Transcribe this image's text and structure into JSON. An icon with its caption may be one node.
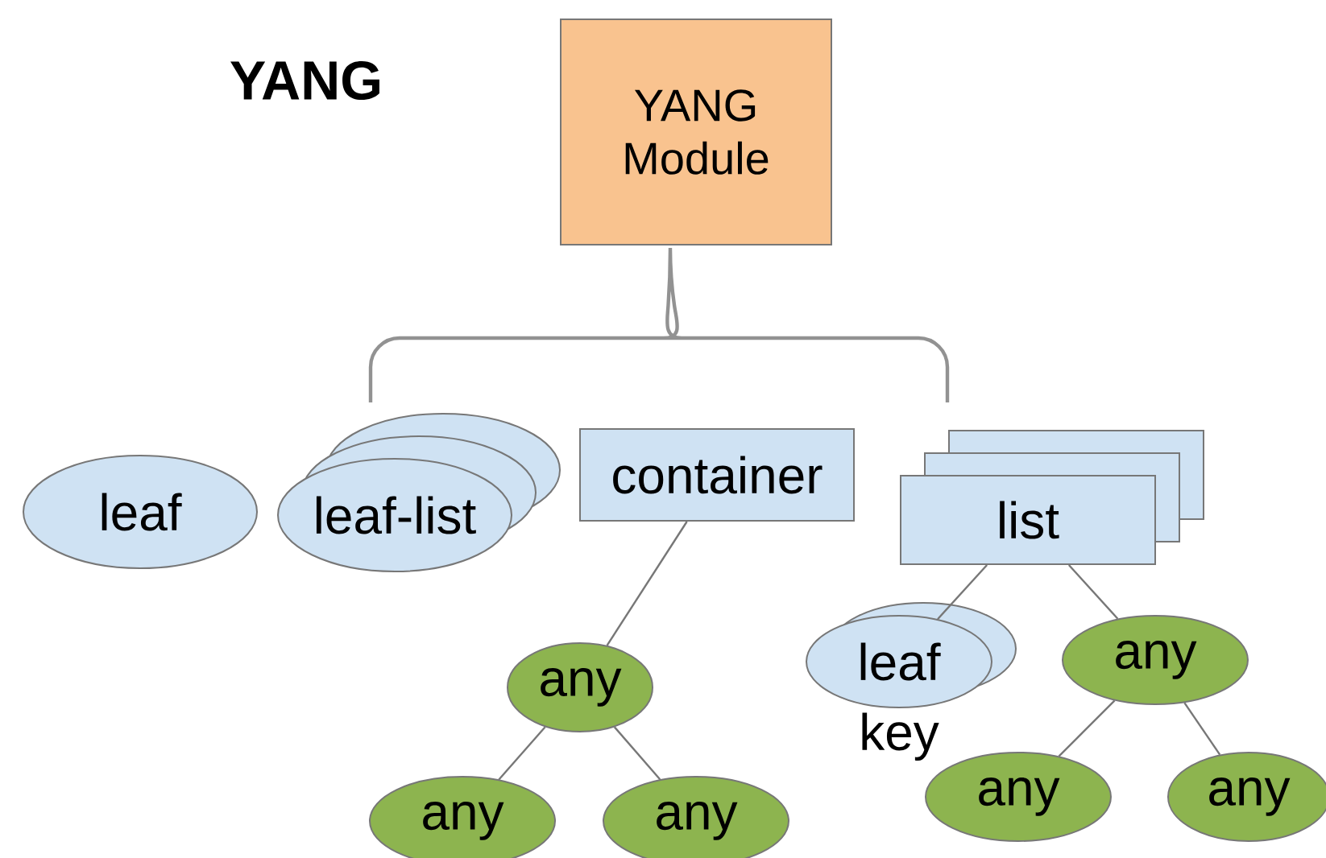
{
  "diagram": {
    "title": "YANG",
    "nodes": [
      {
        "text": [
          "YANG Module"
        ]
      },
      {
        "text": [
          "leaf"
        ]
      },
      {
        "text": [
          "leaf-list"
        ]
      },
      {
        "text": [
          "container"
        ]
      },
      {
        "text": [
          "list"
        ]
      },
      {
        "text": [
          "any"
        ]
      },
      {
        "text": [
          "any"
        ]
      },
      {
        "text": [
          "any"
        ]
      },
      {
        "text": [
          "leaf"
        ],
        "beside": [
          "key"
        ]
      },
      {
        "text": [
          "any"
        ]
      },
      {
        "text": [
          "any"
        ]
      },
      {
        "text": [
          "any"
        ]
      }
    ],
    "edges": [
      {
        "from": 3,
        "to": 5,
        "arrow": "none"
      },
      {
        "from": 5,
        "to": 6,
        "arrow": "none"
      },
      {
        "from": 5,
        "to": 7,
        "arrow": "none"
      },
      {
        "from": 4,
        "to": 8,
        "arrow": "none"
      },
      {
        "from": 4,
        "to": 9,
        "arrow": "none"
      },
      {
        "from": 9,
        "to": 10,
        "arrow": "none"
      },
      {
        "from": 9,
        "to": 11,
        "arrow": "none"
      }
    ]
  }
}
